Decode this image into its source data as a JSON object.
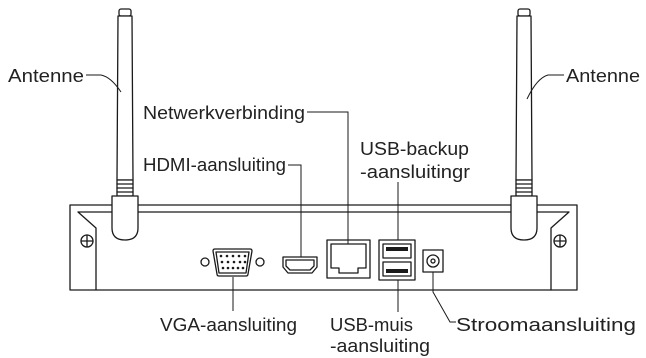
{
  "diagram": {
    "labels": {
      "antenna_left": "Antenne",
      "antenna_right": "Antenne",
      "network_connection": "Netwerkverbinding",
      "usb_backup_line1": "USB-backup",
      "usb_backup_line2": "-aansluitingr",
      "hdmi_connection": "HDMI-aansluiting",
      "vga_connection": "VGA-aansluiting",
      "usb_mouse_line1": "USB-muis",
      "usb_mouse_line2": "-aansluiting",
      "power_connection": "Stroomaansluiting"
    },
    "colors": {
      "background": "#ffffff",
      "line": "#1a1a1a",
      "text": "#222222"
    }
  }
}
